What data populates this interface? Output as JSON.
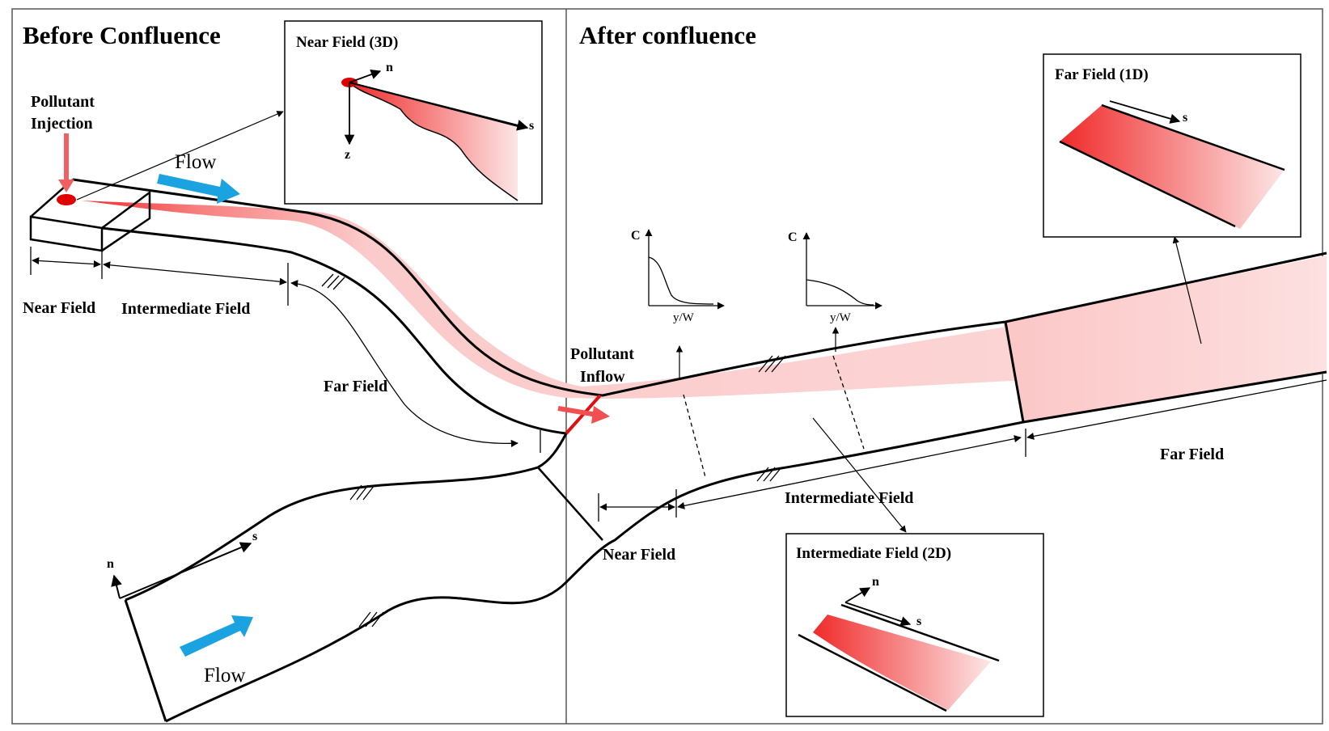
{
  "panels": {
    "before_title": "Before Confluence",
    "after_title": "After confluence"
  },
  "labels": {
    "pollutant_injection_line1": "Pollutant",
    "pollutant_injection_line2": "Injection",
    "flow_top": "Flow",
    "flow_bottom": "Flow",
    "near_field_left": "Near Field",
    "intermediate_field_left": "Intermediate Field",
    "far_field_left": "Far Field",
    "pollutant_inflow_line1": "Pollutant",
    "pollutant_inflow_line2": "Inflow",
    "near_field_right": "Near Field",
    "intermediate_field_right": "Intermediate Field",
    "far_field_right": "Far Field"
  },
  "insets": {
    "near_field_3d": {
      "title": "Near Field (3D)",
      "axis_n": "n",
      "axis_s": "s",
      "axis_z": "z"
    },
    "far_field_1d": {
      "title": "Far Field (1D)",
      "axis_s": "s"
    },
    "intermediate_field_2d": {
      "title": "Intermediate Field (2D)",
      "axis_n": "n",
      "axis_s": "s"
    }
  },
  "profiles": {
    "first": {
      "y_label": "C",
      "x_label": "y/W"
    },
    "second": {
      "y_label": "C",
      "x_label": "y/W"
    }
  },
  "channel_axes": {
    "n": "n",
    "s": "s"
  },
  "colors": {
    "pollutant": "#f02a2a",
    "plume_light": "#fbd0d0",
    "flow_arrow": "#1aa3e0",
    "line": "#000000"
  }
}
